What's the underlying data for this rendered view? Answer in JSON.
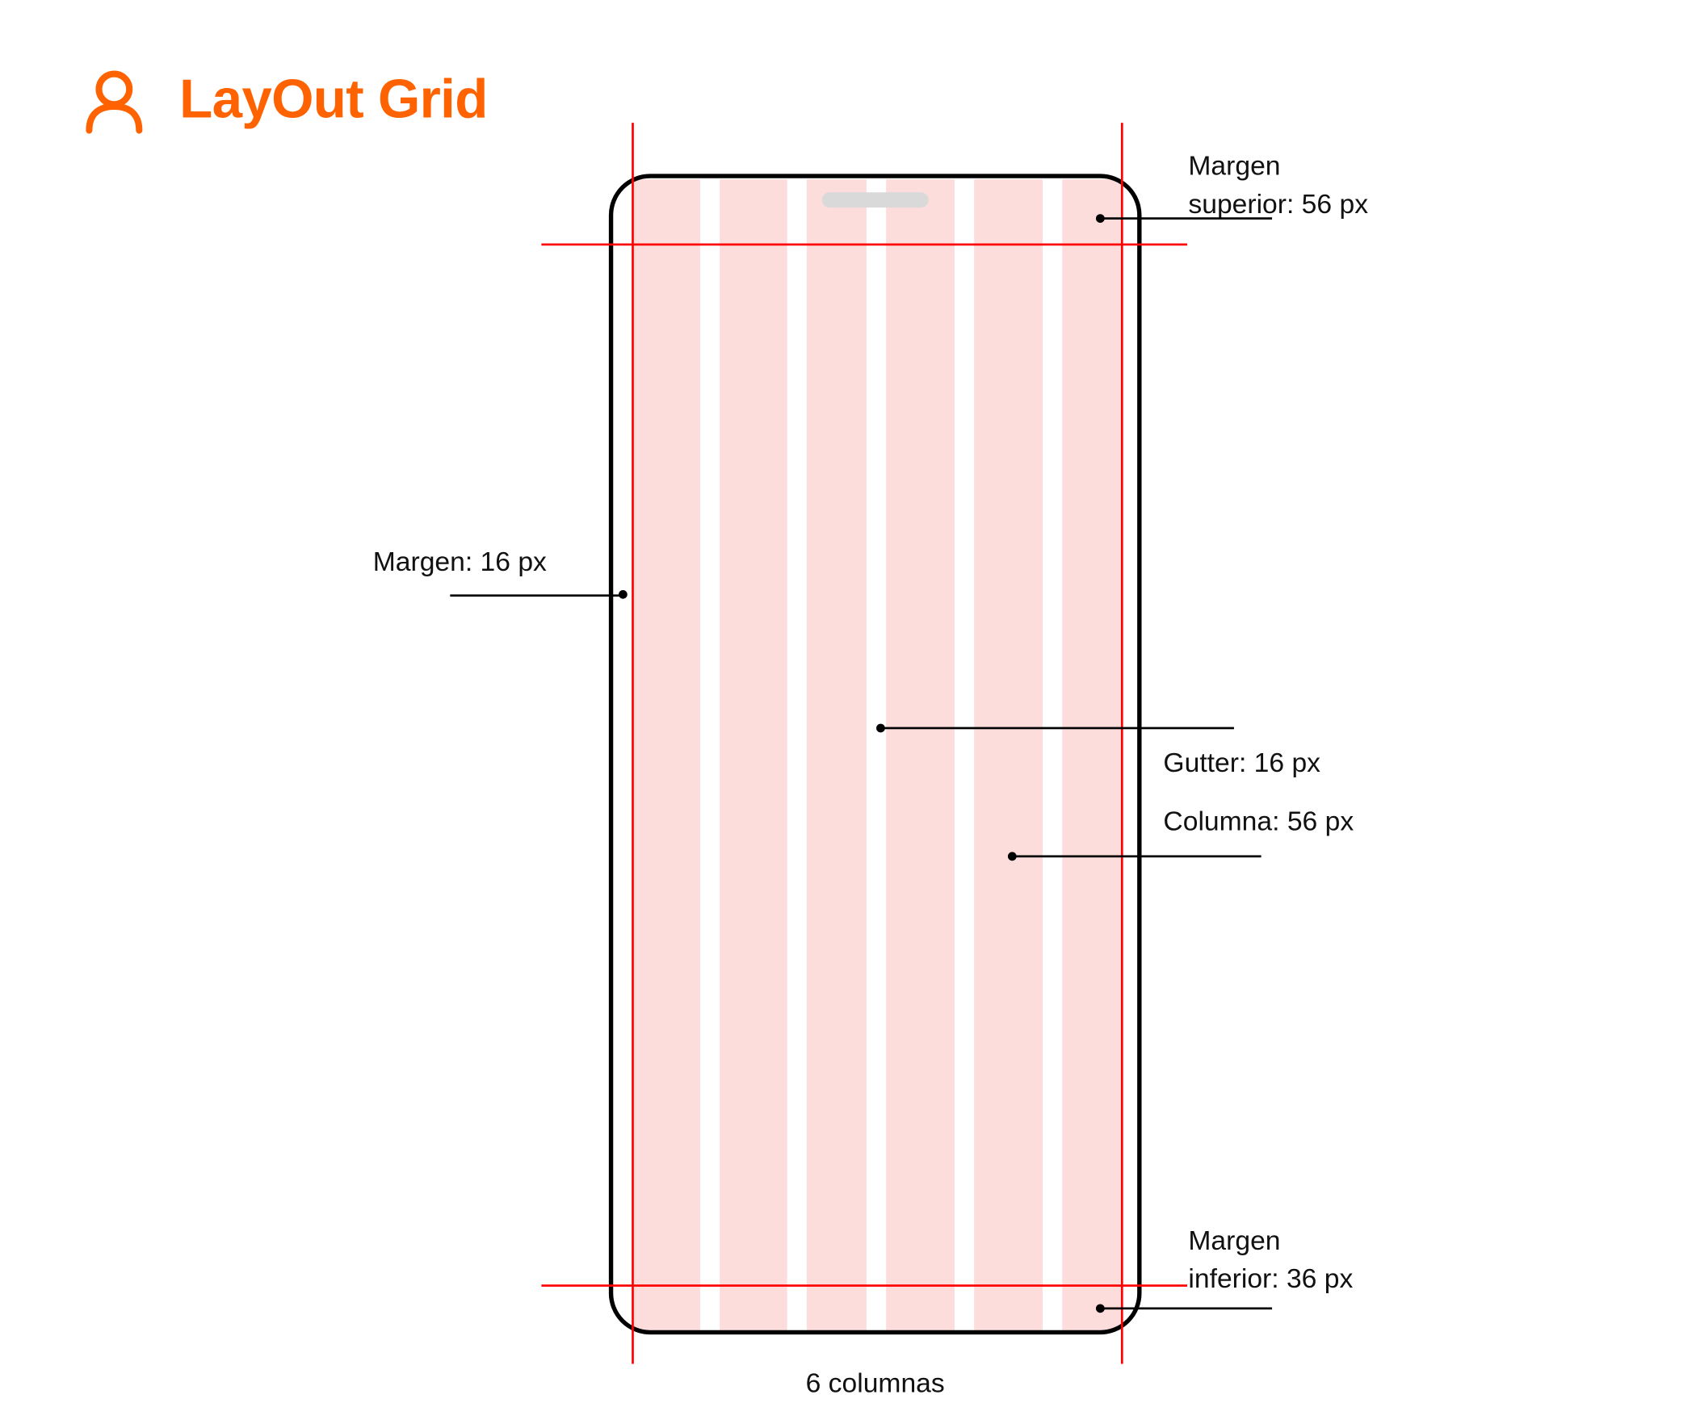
{
  "header": {
    "title": "LayOut Grid",
    "icon": "user-icon",
    "accent_color": "#FF6200"
  },
  "annotations": {
    "top_margin_line1": "Margen",
    "top_margin_line2": "superior: 56 px",
    "side_margin": "Margen: 16 px",
    "gutter": "Gutter: 16 px",
    "column": "Columna: 56 px",
    "bottom_margin_line1": "Margen",
    "bottom_margin_line2": "inferior: 36 px",
    "columns_count": "6 columnas"
  },
  "colors": {
    "column_fill": "#FDDCDC",
    "guide_line": "#FF0000"
  }
}
